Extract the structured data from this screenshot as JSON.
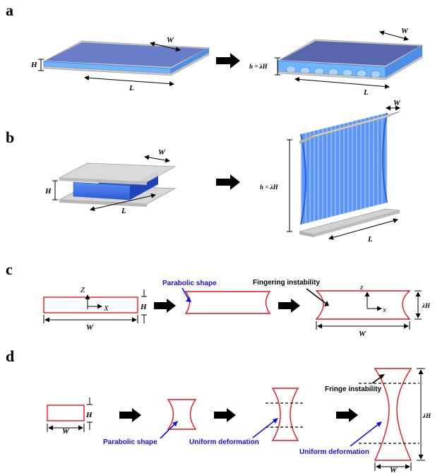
{
  "panels": {
    "a": "a",
    "b": "b",
    "c": "c",
    "d": "d"
  },
  "labels": {
    "W": "W",
    "L": "L",
    "H": "H",
    "h_eq": "h = λH",
    "lambdaH": "λH",
    "z_upper": "Z",
    "z_lower": "z",
    "x_upper": "X",
    "x_lower": "x"
  },
  "annotations": {
    "parabolic_shape": "Parabolic shape",
    "fingering_instability": "Fingering instability",
    "fringe_instability": "Fringe instability",
    "uniform_deformation": "Uniform deformation"
  },
  "colors": {
    "outline_red": "#e8141c",
    "annotation_blue": "#1a10d8",
    "gel_blue": "#3f7df0",
    "plate_grey": "#c8c8c8"
  }
}
